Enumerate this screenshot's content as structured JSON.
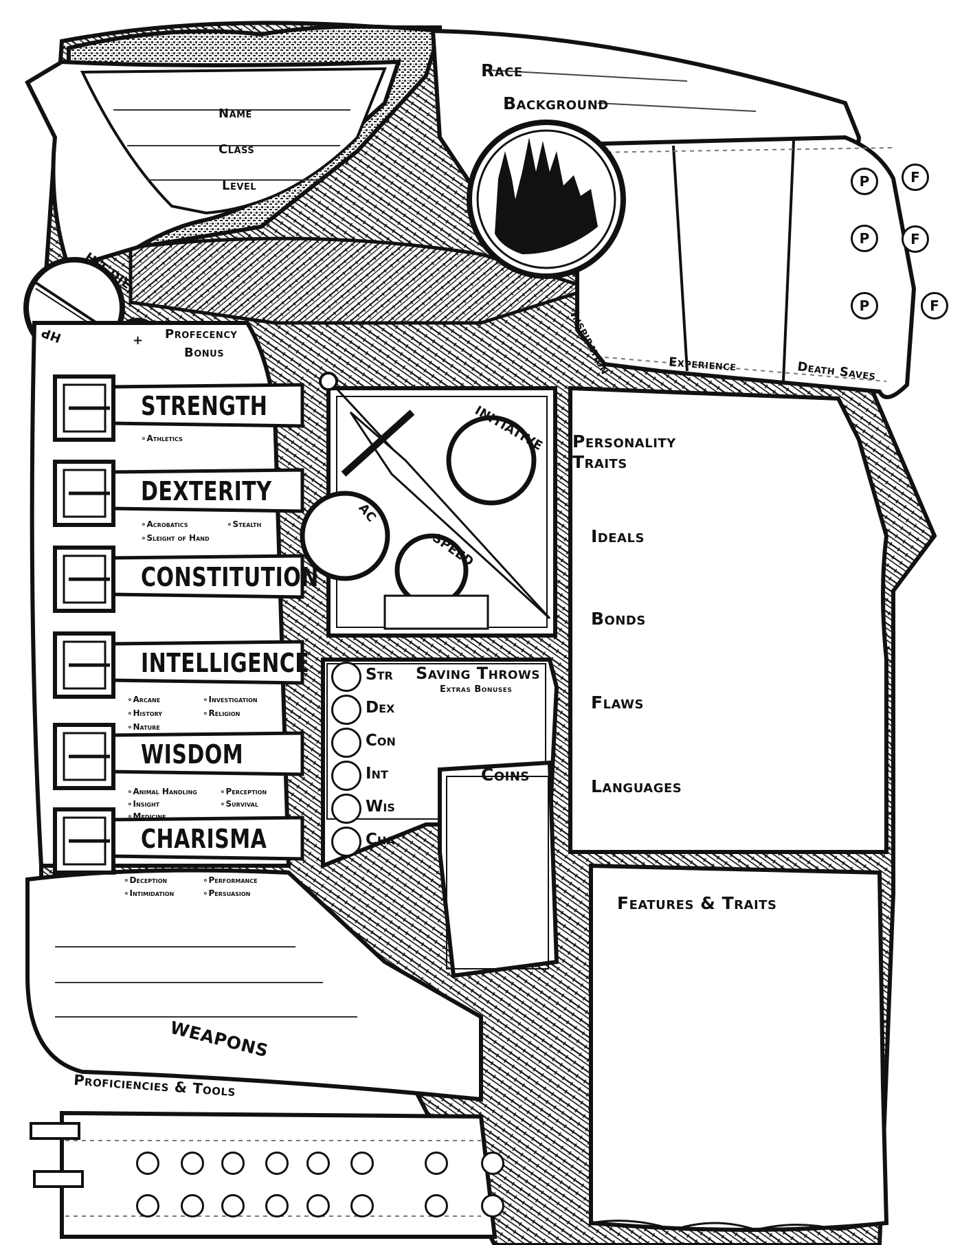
{
  "header": {
    "race_label": "Race",
    "background_label": "Background",
    "name_label": "Name",
    "class_label": "Class",
    "level_label": "Level"
  },
  "hitpoints": {
    "hit_die_label": "HIT DIE",
    "hp_label": "HP",
    "plus_sign": "+",
    "proficiency_label_1": "Profecency",
    "proficiency_label_2": "Bonus"
  },
  "top_right": {
    "inspiration_label": "Inspiration",
    "experience_label": "Experience",
    "death_saves_label": "Death Saves",
    "pass_glyph": "P",
    "fail_glyph": "F"
  },
  "abilities": [
    {
      "name": "STRENGTH",
      "skills": [
        "Athletics"
      ]
    },
    {
      "name": "DEXTERITY",
      "skills": [
        "Acrobatics",
        "Stealth",
        "Sleight of Hand"
      ]
    },
    {
      "name": "CONSTITUTION",
      "skills": []
    },
    {
      "name": "INTELLIGENCE",
      "skills": [
        "Arcane",
        "Investigation",
        "History",
        "Religion",
        "Nature"
      ]
    },
    {
      "name": "WISDOM",
      "skills": [
        "Animal Handling",
        "Perception",
        "Insight",
        "Survival",
        "Medicine"
      ]
    },
    {
      "name": "CHARISMA",
      "skills": [
        "Deception",
        "Performance",
        "Intimidation",
        "Persuasion"
      ]
    }
  ],
  "combat": {
    "initiative_label": "INITIATIVE",
    "ac_label": "AC",
    "speed_label": "SPEED"
  },
  "saving_throws": {
    "title": "Saving Throws",
    "subtitle": "Extras Bonuses",
    "items": [
      "Str",
      "Dex",
      "Con",
      "Int",
      "Wis",
      "Cha"
    ]
  },
  "coins_label": "Coins",
  "traits": {
    "personality_1": "Personality",
    "personality_2": "Traits",
    "ideals": "Ideals",
    "bonds": "Bonds",
    "flaws": "Flaws",
    "languages": "Languages",
    "features": "Features & Traits"
  },
  "bottom": {
    "weapons_label": "WEAPONS",
    "proficiencies_label": "Proficiencies & Tools"
  }
}
